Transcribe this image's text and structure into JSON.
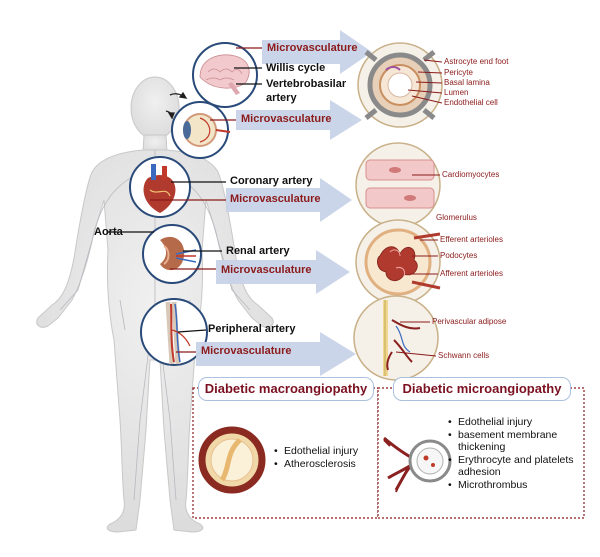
{
  "organs": {
    "brain": {
      "micro": "Microvasculature",
      "artery_1": "Willis cycle",
      "artery_2": "Vertebrobasilar",
      "artery_3": "artery"
    },
    "eye": {
      "micro": "Microvasculature"
    },
    "heart": {
      "artery": "Coronary artery",
      "micro": "Microvasculature"
    },
    "kidney": {
      "artery": "Renal artery",
      "micro": "Microvasculature"
    },
    "limb": {
      "artery": "Peripheral artery",
      "micro": "Microvasculature"
    }
  },
  "aorta_label": "Aorta",
  "cells": {
    "brain_vessel": [
      "Astrocyte end foot",
      "Pericyte",
      "Basal lamina",
      "Lumen",
      "Endothelial cell"
    ],
    "cardio": "Cardiomyocytes",
    "kidney": {
      "title": "Glomerulus",
      "labels": [
        "Efferent arterioles",
        "Podocytes",
        "Afferent  arterioles"
      ]
    },
    "nerve": [
      "Perivascular adipose",
      "Schwann cells"
    ]
  },
  "macro": {
    "title": "Diabetic macroangiopathy",
    "items": [
      "Edothelial injury",
      "Atherosclerosis"
    ]
  },
  "micro": {
    "title": "Diabetic microangiopathy",
    "items": [
      "Edothelial injury",
      "basement membrane",
      "thickening",
      "Erythrocyte and platelets",
      "adhesion",
      "Microthrombus"
    ]
  },
  "colors": {
    "accent_red": "#8b1a1a",
    "arrow": "#c9d3e8",
    "dotted_border": "#8b1a1a",
    "box_border": "#aac0dd"
  }
}
